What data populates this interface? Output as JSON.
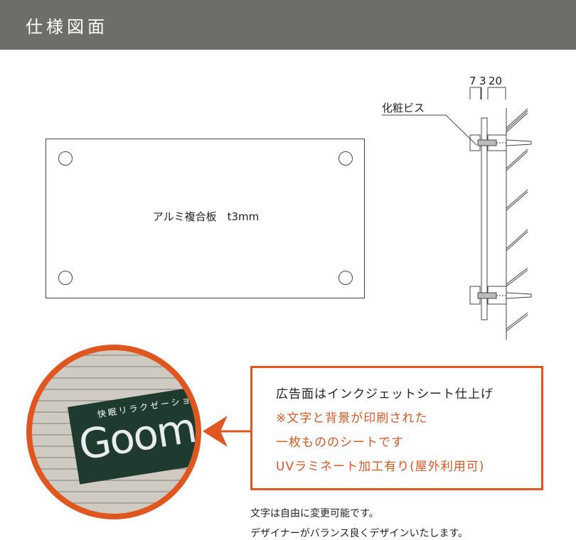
{
  "header": {
    "title": "仕様図面"
  },
  "front_view": {
    "material_label": "アルミ複合板　t3mm"
  },
  "side_view": {
    "dimensions": [
      "7",
      "3",
      "20"
    ],
    "screw_label": "化粧ビス"
  },
  "photo": {
    "sign_subtitle": "快眠リラクゼーション",
    "sign_logo": "Goomin"
  },
  "callout": {
    "lines": [
      "広告面はインクジェットシート仕上げ",
      "※文字と背景が印刷された",
      "一枚もののシートです",
      "UVラミネート加工有り(屋外利用可)"
    ]
  },
  "notes": [
    "文字は自由に変更可能です。",
    "デザイナーがバランス良くデザインいたします。"
  ],
  "colors": {
    "header": "#6c6e69",
    "accent": "#e0561f",
    "sign": "#1f3b2f"
  }
}
